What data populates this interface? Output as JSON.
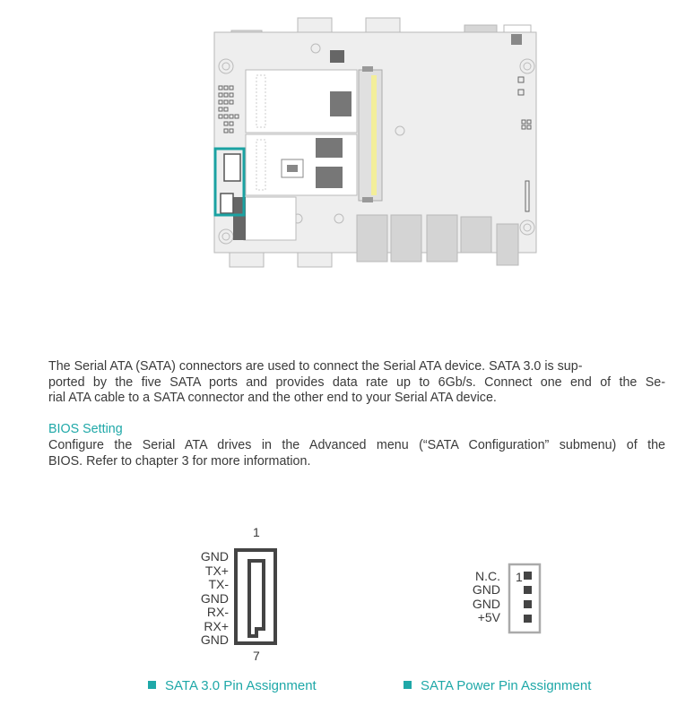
{
  "board": {
    "highlight_color": "#1ba2a2",
    "board_fill": "#eeeeee",
    "outline_color": "#b8b8b8",
    "memory_slot_accent": "#f3ee9a"
  },
  "description": {
    "line1": "The Serial ATA (SATA) connectors are used to connect the Serial ATA device. SATA 3.0 is sup-",
    "line2": "ported by the five SATA ports and provides data rate up to 6Gb/s. Connect one end of the Se-",
    "line3": "rial ATA cable to a SATA connector and the other end to your Serial ATA device."
  },
  "bios": {
    "heading": "BIOS Setting",
    "line1": "Configure the Serial ATA drives in the Advanced menu (“SATA Configuration” submenu) of the",
    "line2": "BIOS. Refer to chapter 3 for more information."
  },
  "sata_connector": {
    "pin_first": "1",
    "pin_last": "7",
    "pins": [
      "GND",
      "TX+",
      "TX-",
      "GND",
      "RX-",
      "RX+",
      "GND"
    ],
    "caption": "SATA 3.0 Pin Assignment"
  },
  "sata_power": {
    "pin_first": "1",
    "pins": [
      "N.C.",
      "GND",
      "GND",
      "+5V"
    ],
    "caption": "SATA Power Pin Assignment"
  },
  "accent_color": "#1fa8a8"
}
